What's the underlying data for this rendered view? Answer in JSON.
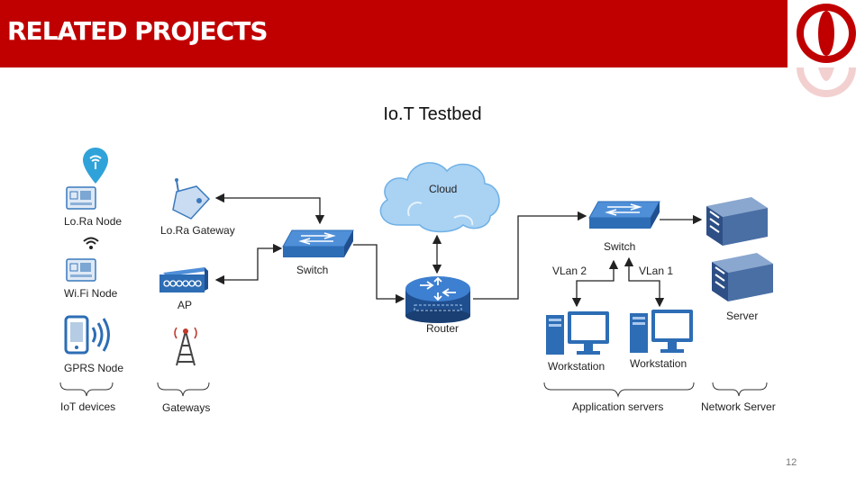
{
  "header": {
    "title": "RELATED PROJECTS",
    "background_color": "#c00000"
  },
  "diagram": {
    "title": "Io.T Testbed",
    "nodes": {
      "lora_node": "Lo.Ra Node",
      "wifi_node": "Wi.Fi Node",
      "gprs_node": "GPRS Node",
      "lora_gateway": "Lo.Ra Gateway",
      "ap": "AP",
      "switch_left": "Switch",
      "cloud": "Cloud",
      "router": "Router",
      "switch_right": "Switch",
      "vlan2": "VLan 2",
      "vlan1": "VLan 1",
      "workstation_1": "Workstation",
      "workstation_2": "Workstation",
      "server": "Server"
    },
    "groups": {
      "iot_devices": "IoT devices",
      "gateways": "Gateways",
      "application_servers": "Application servers",
      "network_server": "Network Server"
    }
  },
  "footer": {
    "page_number": "12"
  },
  "colors": {
    "accent": "#c00000",
    "device_blue": "#2d6db5",
    "cloud_blue": "#8ec3ee",
    "switch_blue": "#3d7fd0",
    "arrow": "#222222"
  }
}
